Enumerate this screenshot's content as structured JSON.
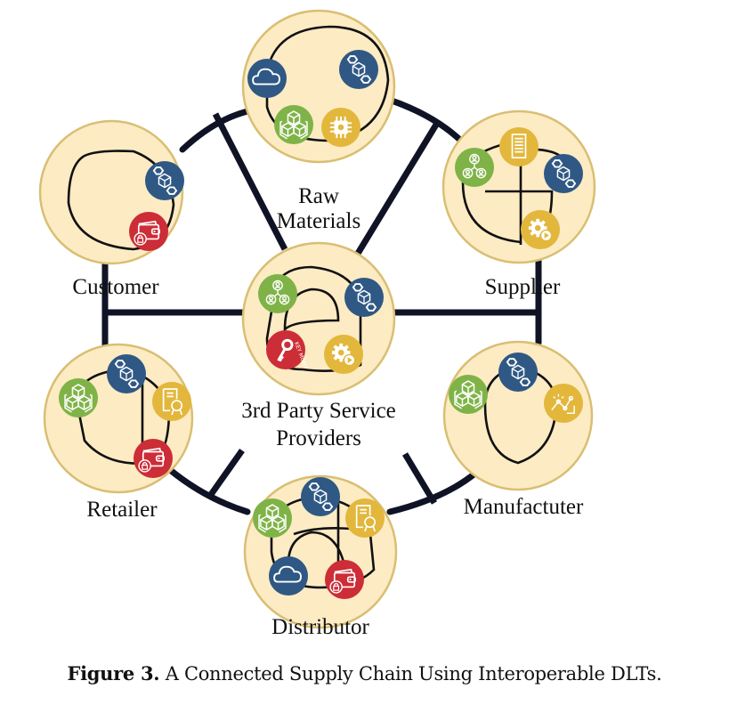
{
  "caption": {
    "label": "Figure 3.",
    "text": " A Connected Supply Chain Using Interoperable DLTs."
  },
  "colors": {
    "node_fill": "#fdebc4",
    "node_stroke": "#d9bf73",
    "link": "#0f1325",
    "blue": "#2f5884",
    "green": "#7fb347",
    "gold": "#e2b73c",
    "red": "#cc2d36"
  },
  "nodes": [
    {
      "id": "raw-materials",
      "label_lines": [
        "Raw",
        "Materials"
      ],
      "icons": [
        {
          "type": "cloud",
          "color": "blue"
        },
        {
          "type": "blockchain",
          "color": "blue"
        },
        {
          "type": "cubes",
          "color": "green"
        },
        {
          "type": "chip",
          "color": "gold"
        }
      ]
    },
    {
      "id": "supplier",
      "label_lines": [
        "Supplier"
      ],
      "icons": [
        {
          "type": "users",
          "color": "green"
        },
        {
          "type": "server",
          "color": "gold"
        },
        {
          "type": "blockchain",
          "color": "blue"
        },
        {
          "type": "gear-play",
          "color": "gold"
        }
      ]
    },
    {
      "id": "customer",
      "label_lines": [
        "Customer"
      ],
      "icons": [
        {
          "type": "blockchain",
          "color": "blue"
        },
        {
          "type": "wallet",
          "color": "red"
        }
      ]
    },
    {
      "id": "third-party-service-providers",
      "label_lines": [
        "3rd Party Service",
        "Providers"
      ],
      "icons": [
        {
          "type": "users",
          "color": "green"
        },
        {
          "type": "blockchain",
          "color": "blue"
        },
        {
          "type": "key",
          "color": "red",
          "text": "KEY MGMT"
        },
        {
          "type": "gear-play",
          "color": "gold"
        }
      ]
    },
    {
      "id": "retailer",
      "label_lines": [
        "Retailer"
      ],
      "icons": [
        {
          "type": "cubes",
          "color": "green"
        },
        {
          "type": "blockchain",
          "color": "blue"
        },
        {
          "type": "certificate",
          "color": "gold"
        },
        {
          "type": "wallet",
          "color": "red"
        }
      ]
    },
    {
      "id": "manufacturer",
      "label_lines": [
        "Manufactuter"
      ],
      "icons": [
        {
          "type": "cubes",
          "color": "green"
        },
        {
          "type": "blockchain",
          "color": "blue"
        },
        {
          "type": "analytics",
          "color": "gold"
        }
      ]
    },
    {
      "id": "distributor",
      "label_lines": [
        "Distributor"
      ],
      "icons": [
        {
          "type": "cubes",
          "color": "green"
        },
        {
          "type": "blockchain",
          "color": "blue"
        },
        {
          "type": "certificate",
          "color": "gold"
        },
        {
          "type": "cloud",
          "color": "blue"
        },
        {
          "type": "wallet",
          "color": "red"
        }
      ]
    }
  ],
  "connections": [
    [
      "raw-materials",
      "supplier"
    ],
    [
      "supplier",
      "manufacturer"
    ],
    [
      "manufacturer",
      "distributor"
    ],
    [
      "distributor",
      "retailer"
    ],
    [
      "retailer",
      "customer"
    ],
    [
      "customer",
      "raw-materials"
    ],
    [
      "third-party-service-providers",
      "raw-materials"
    ],
    [
      "third-party-service-providers",
      "supplier"
    ],
    [
      "third-party-service-providers",
      "customer"
    ],
    [
      "third-party-service-providers",
      "retailer"
    ],
    [
      "third-party-service-providers",
      "manufacturer"
    ],
    [
      "third-party-service-providers",
      "distributor"
    ]
  ]
}
